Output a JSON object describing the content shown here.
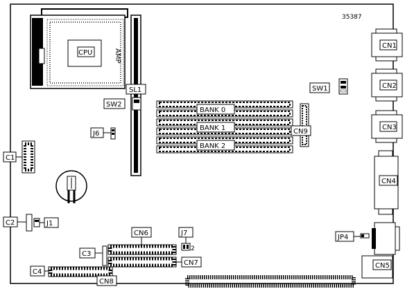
{
  "diagram": {
    "ref_number": "35387",
    "labels": {
      "cpu": "CPU",
      "amp": "AMP",
      "sl1": "SL1",
      "bank0": "BANK 0",
      "bank1": "BANK 1",
      "bank2": "BANK 2",
      "sw1": "SW1",
      "sw2": "SW2",
      "cn1": "CN1",
      "cn2": "CN2",
      "cn3": "CN3",
      "cn4": "CN4",
      "cn5": "CN5",
      "cn6": "CN6",
      "cn7": "CN7",
      "cn8": "CN8",
      "cn9": "CN9",
      "c1": "C1",
      "c2": "C2",
      "c3": "C3",
      "c4": "C4",
      "j1": "J1",
      "j6": "J6",
      "j7": "J7",
      "jp4": "JP4",
      "pin2": "2"
    }
  }
}
